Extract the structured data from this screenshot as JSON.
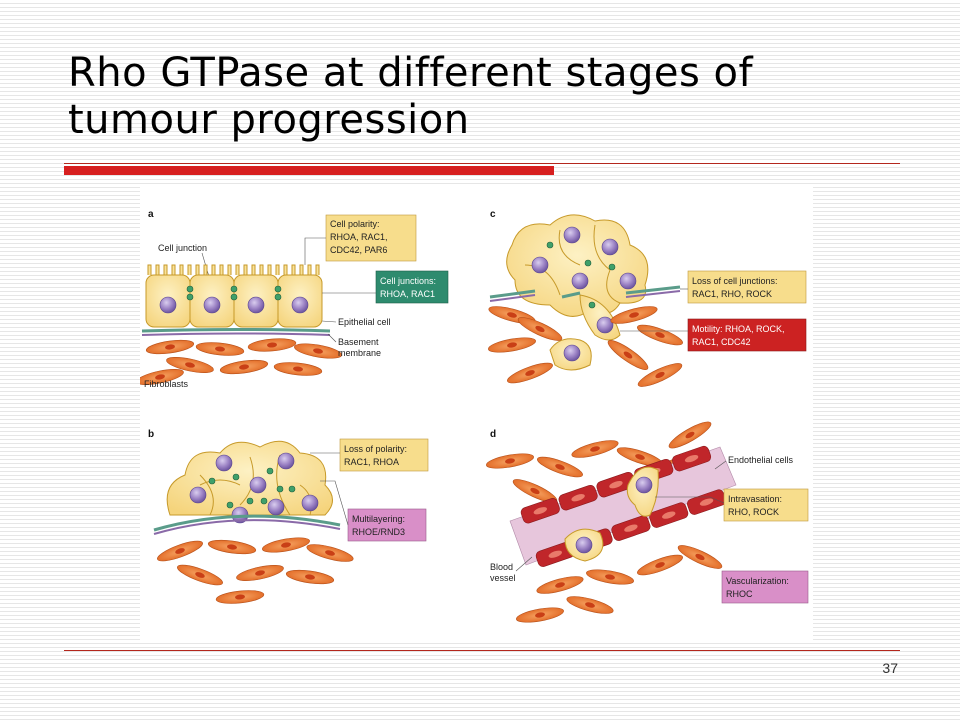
{
  "slide": {
    "title": "Rho GTPase at different stages of tumour progression",
    "page_number": "37"
  },
  "figure": {
    "panels": {
      "a": {
        "label": "a",
        "cell_junction": "Cell junction",
        "polarity_box": [
          "Cell polarity:",
          "RHOA, RAC1,",
          "CDC42, PAR6"
        ],
        "junctions_box": [
          "Cell junctions:",
          "RHOA, RAC1"
        ],
        "epithelial_cell": "Epithelial cell",
        "basement_membrane": [
          "Basement",
          "membrane"
        ],
        "fibroblasts": "Fibroblasts"
      },
      "b": {
        "label": "b",
        "loss_polarity_box": [
          "Loss of polarity:",
          "RAC1, RHOA"
        ],
        "multilayering_box": [
          "Multilayering:",
          "RHOE/RND3"
        ]
      },
      "c": {
        "label": "c",
        "loss_junctions_box": [
          "Loss of cell junctions:",
          "RAC1, RHO, ROCK"
        ],
        "motility_box": [
          "Motility: RHOA, ROCK,",
          "RAC1, CDC42"
        ]
      },
      "d": {
        "label": "d",
        "endothelial_cells": "Endothelial cells",
        "intravasation_box": [
          "Intravasation:",
          "RHO, ROCK"
        ],
        "blood_vessel": [
          "Blood",
          "vessel"
        ],
        "vascularization_box": [
          "Vascularization:",
          "RHOC"
        ]
      }
    },
    "colors": {
      "yellow_box": "#f7dd8c",
      "green_box": "#2e8b6e",
      "purple_box": "#d98fc8",
      "red_box": "#cc2222",
      "cell_fill": "#f9e29a",
      "nucleus": "#9b82c4",
      "fibroblast": "#e8742a",
      "vessel_wall": "#c0262a",
      "vessel_lumen": "#e7c6dc",
      "accent_red": "#d71f1f"
    }
  }
}
